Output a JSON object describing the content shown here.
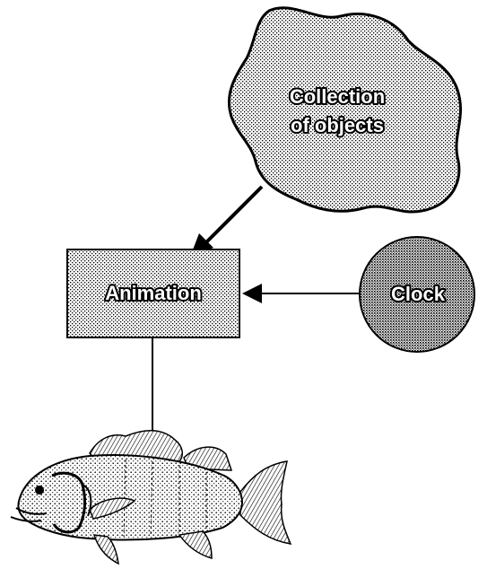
{
  "diagram": {
    "cloud_label_line1": "Collection",
    "cloud_label_line2": "of objects",
    "box_label": "Animation",
    "circle_label": "Clock"
  },
  "icons": {
    "fish": "perch-fish-illustration"
  }
}
